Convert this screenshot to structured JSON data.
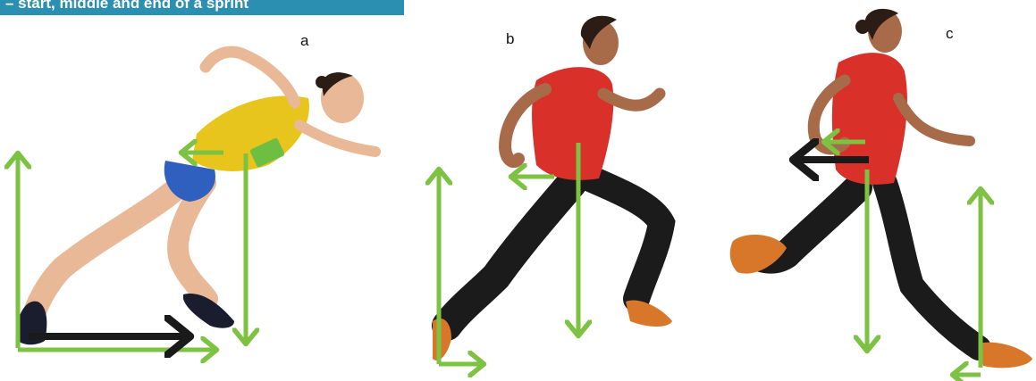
{
  "banner": {
    "title": "– start, middle and end of a sprint"
  },
  "panels": [
    {
      "id": "a",
      "letter": "a"
    },
    {
      "id": "b",
      "letter": "b"
    },
    {
      "id": "c",
      "letter": "c"
    }
  ],
  "colors": {
    "banner_bg": "#2a8fb0",
    "force_arrow": "#7dc242",
    "resultant_arrow": "#1a1a1a",
    "shirt_red": "#d9302a",
    "vest_yellow": "#e8c51c",
    "skin": "#e9b896",
    "skin_dark": "#a86b4a",
    "tights": "#1b1b1b",
    "hair": "#2b1d16",
    "shoe_orange": "#d8772a"
  },
  "icons": {
    "force_arrow": "green-force-arrow-icon",
    "resultant_arrow": "black-net-force-arrow-icon"
  }
}
